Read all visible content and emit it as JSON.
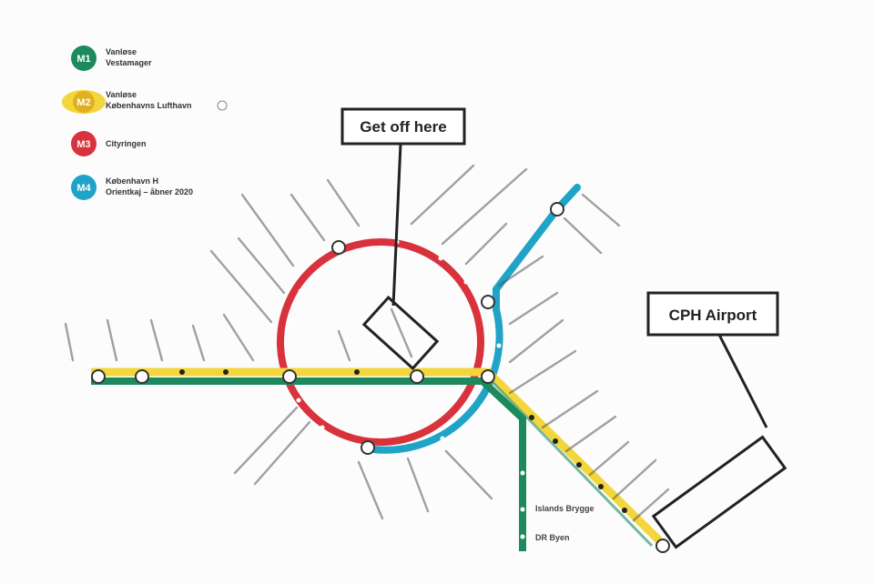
{
  "legend": [
    {
      "badge": "M1",
      "color": "#1d8a5e",
      "line1": "Vanløse",
      "line2": "Vestamager"
    },
    {
      "badge": "M2",
      "color": "#f2d63b",
      "line1": "Vanløse",
      "line2": "Københavns Lufthavn"
    },
    {
      "badge": "M3",
      "color": "#d8323c",
      "line1": "Cityringen",
      "line2": ""
    },
    {
      "badge": "M4",
      "color": "#1fa3c6",
      "line1": "København H",
      "line2": "Orientkaj – åbner 2020"
    }
  ],
  "colors": {
    "m1_green": "#1d8a5e",
    "m2_yellow": "#f2d63b",
    "m3_red": "#d8323c",
    "m4_blue": "#1fa3c6",
    "callout_border": "#222222"
  },
  "callouts": {
    "get_off": "Get off here",
    "airport": "CPH Airport"
  },
  "stations": {
    "islands_brygge": "Islands Brygge",
    "dr_byen": "DR Byen"
  }
}
